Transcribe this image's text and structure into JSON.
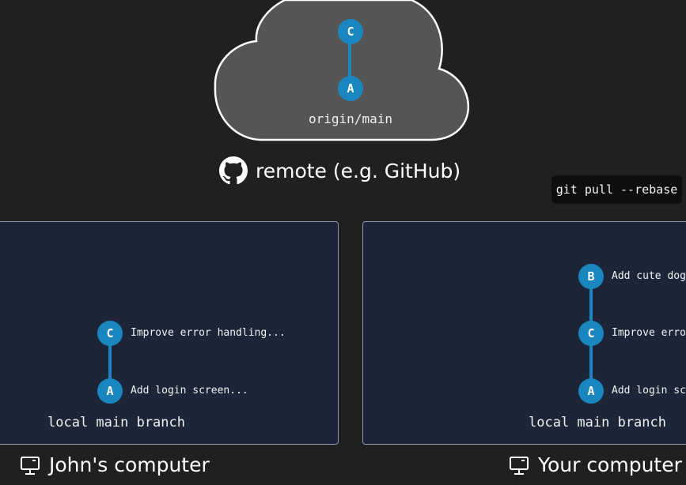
{
  "remote": {
    "branch_label": "origin/main",
    "title": "remote (e.g. GitHub)",
    "commits": [
      "C",
      "A"
    ]
  },
  "command": "git pull --rebase",
  "johns_computer": {
    "title": "John's computer",
    "branch_label": "local main branch",
    "commits": [
      {
        "id": "C",
        "message": "Improve error handling..."
      },
      {
        "id": "A",
        "message": "Add login screen..."
      }
    ]
  },
  "your_computer": {
    "title": "Your computer",
    "branch_label": "local main branch",
    "commits": [
      {
        "id": "B",
        "message": "Add cute dog..."
      },
      {
        "id": "C",
        "message": "Improve error"
      },
      {
        "id": "A",
        "message": "Add login scre"
      }
    ]
  },
  "colors": {
    "background": "#202020",
    "cloud_fill": "#555555",
    "commit": "#1a86bf",
    "panel_fill": "#1c2638"
  },
  "icons": {
    "remote": "github-icon",
    "computer": "computer-icon"
  }
}
